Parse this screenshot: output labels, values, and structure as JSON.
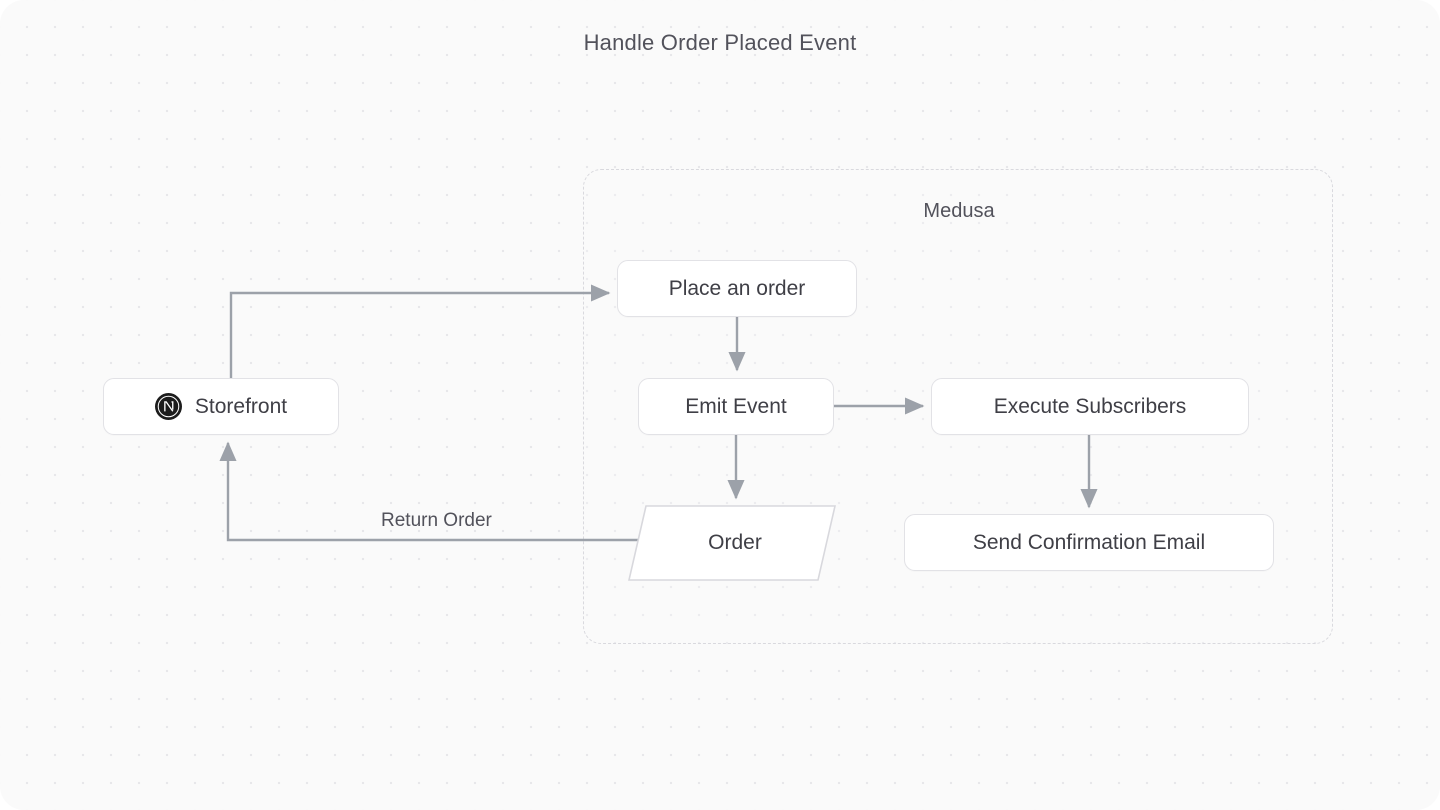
{
  "diagram": {
    "title": "Handle Order Placed Event",
    "type": "flowchart",
    "background": "#fafafa",
    "dot_color": "#e7e7ea",
    "edge_color": "#9ca1a9",
    "node_border_color": "#e2e2e6",
    "text_color": "#3f3f46",
    "groups": [
      {
        "id": "medusa",
        "label": "Medusa",
        "style": "dashed-rounded-rect"
      }
    ],
    "nodes": [
      {
        "id": "storefront",
        "label": "Storefront",
        "shape": "rounded-rect",
        "icon": "nextjs-icon",
        "group": null
      },
      {
        "id": "place-order",
        "label": "Place an order",
        "shape": "rounded-rect",
        "group": "medusa"
      },
      {
        "id": "emit-event",
        "label": "Emit Event",
        "shape": "rounded-rect",
        "group": "medusa"
      },
      {
        "id": "execute-subscribers",
        "label": "Execute Subscribers",
        "shape": "rounded-rect",
        "group": "medusa"
      },
      {
        "id": "order",
        "label": "Order",
        "shape": "parallelogram",
        "group": "medusa"
      },
      {
        "id": "send-email",
        "label": "Send Confirmation Email",
        "shape": "rounded-rect",
        "group": "medusa"
      }
    ],
    "edges": [
      {
        "from": "storefront",
        "to": "place-order",
        "label": "",
        "arrow": "end"
      },
      {
        "from": "place-order",
        "to": "emit-event",
        "label": "",
        "arrow": "end"
      },
      {
        "from": "emit-event",
        "to": "execute-subscribers",
        "label": "",
        "arrow": "end"
      },
      {
        "from": "emit-event",
        "to": "order",
        "label": "",
        "arrow": "end"
      },
      {
        "from": "execute-subscribers",
        "to": "send-email",
        "label": "",
        "arrow": "end"
      },
      {
        "from": "order",
        "to": "storefront",
        "label": "Return Order",
        "arrow": "end"
      }
    ]
  }
}
